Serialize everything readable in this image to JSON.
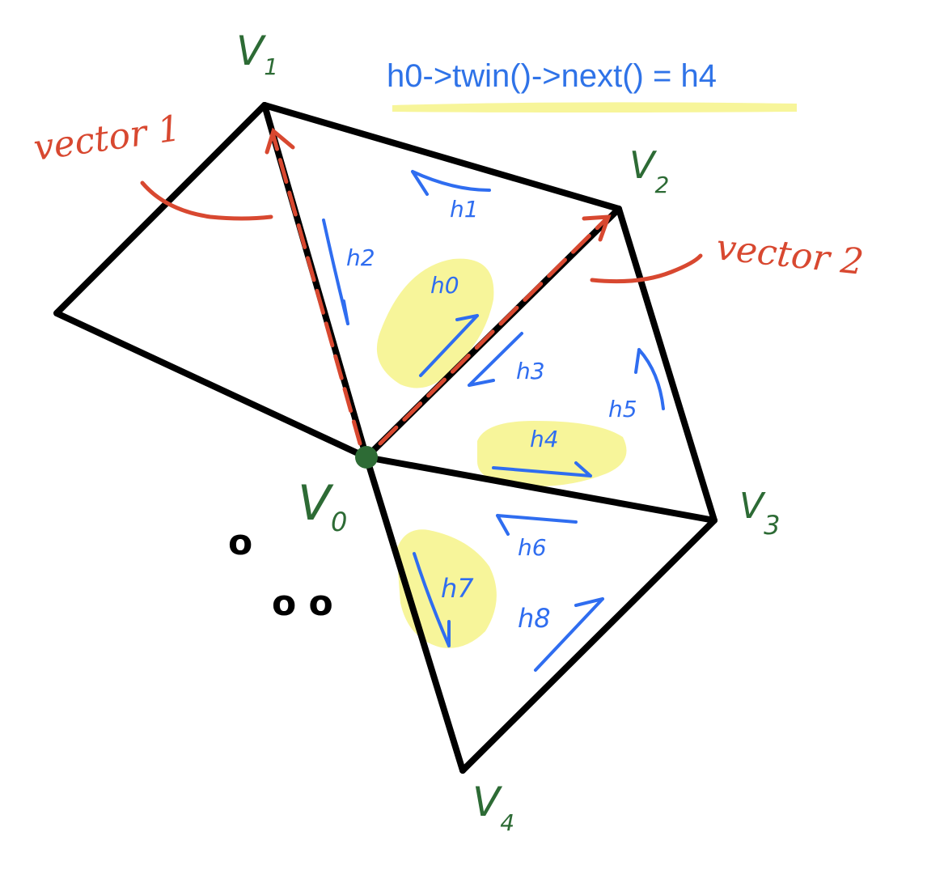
{
  "formula": "h0->twin()->next() = h4",
  "vertices": {
    "v0": {
      "name": "V",
      "sub": "0"
    },
    "v1": {
      "name": "V",
      "sub": "1"
    },
    "v2": {
      "name": "V",
      "sub": "2"
    },
    "v3": {
      "name": "V",
      "sub": "3"
    },
    "v4": {
      "name": "V",
      "sub": "4"
    }
  },
  "halfedges": {
    "h0": "h0",
    "h1": "h1",
    "h2": "h2",
    "h3": "h3",
    "h4": "h4",
    "h5": "h5",
    "h6": "h6",
    "h7": "h7",
    "h8": "h8"
  },
  "vectors": {
    "vector1": "vector 1",
    "vector2": "vector 2"
  },
  "more_marks": [
    "o",
    "o o"
  ],
  "colors": {
    "edge": "#000000",
    "vertex_label": "#2d6b35",
    "halfedge": "#2f6df0",
    "vector": "#d84830",
    "highlight": "#f7f59a"
  }
}
